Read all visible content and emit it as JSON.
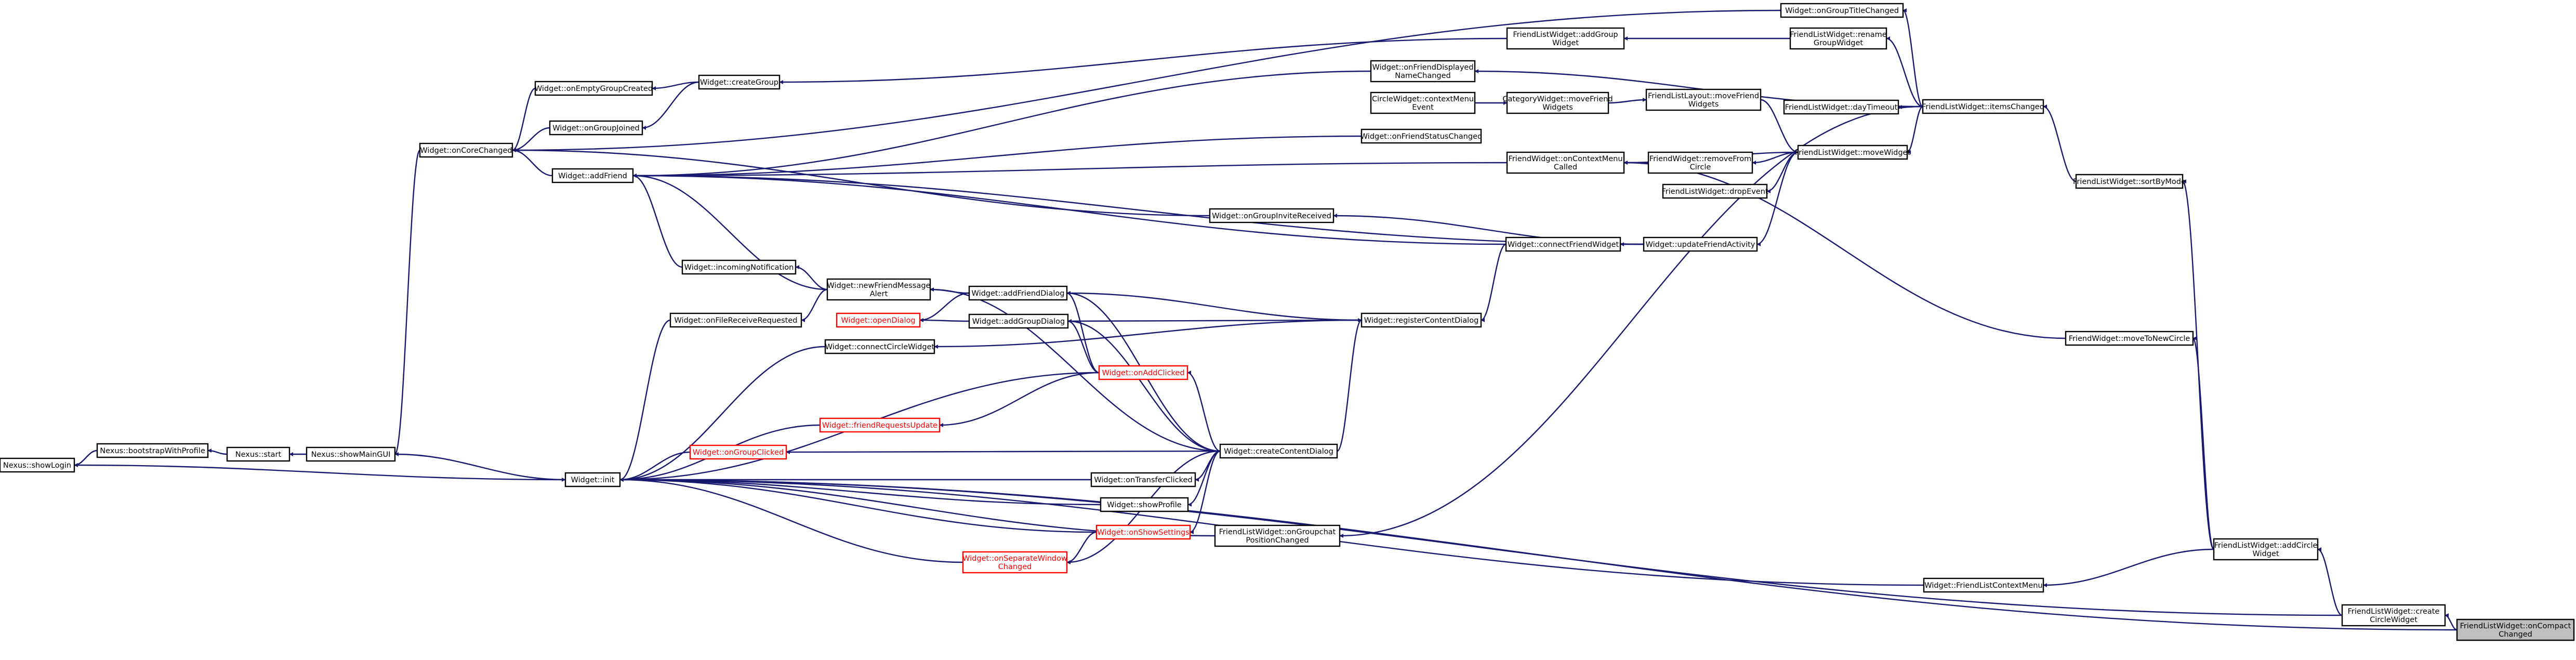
{
  "diagram": {
    "colors": {
      "edge": "#191970",
      "node_border": "#000000",
      "node_border_incomplete": "#ff0000",
      "node_fill": "#ffffff",
      "focus_fill": "#bfbfbf"
    },
    "nodes": {
      "onGroupTitleChanged": {
        "lines": [
          "Widget::onGroupTitleChanged"
        ]
      },
      "addGroupWidget": {
        "lines": [
          "FriendListWidget::addGroup",
          "Widget"
        ]
      },
      "renameGroupWidget": {
        "lines": [
          "FriendListWidget::rename",
          "GroupWidget"
        ]
      },
      "onEmptyGroupCreated": {
        "lines": [
          "Widget::onEmptyGroupCreated"
        ]
      },
      "createGroup": {
        "lines": [
          "Widget::createGroup"
        ]
      },
      "onFriendDisplayedNameChanged": {
        "lines": [
          "Widget::onFriendDisplayed",
          "NameChanged"
        ]
      },
      "dayTimeout": {
        "lines": [
          "FriendListWidget::dayTimeout"
        ]
      },
      "itemsChanged": {
        "lines": [
          "FriendListWidget::itemsChanged"
        ]
      },
      "circleContextMenuEvent": {
        "lines": [
          "CircleWidget::contextMenu",
          "Event"
        ]
      },
      "moveFriendWidgets": {
        "lines": [
          "CategoryWidget::moveFriend",
          "Widgets"
        ]
      },
      "layoutMoveFriendWidgets": {
        "lines": [
          "FriendListLayout::moveFriend",
          "Widgets"
        ]
      },
      "onGroupJoined": {
        "lines": [
          "Widget::onGroupJoined"
        ]
      },
      "onFriendStatusChanged": {
        "lines": [
          "Widget::onFriendStatusChanged"
        ]
      },
      "onCoreChanged": {
        "lines": [
          "Widget::onCoreChanged"
        ]
      },
      "onContextMenuCalled": {
        "lines": [
          "FriendWidget::onContextMenu",
          "Called"
        ]
      },
      "removeFromCircle": {
        "lines": [
          "FriendWidget::removeFrom",
          "Circle"
        ]
      },
      "moveWidget": {
        "lines": [
          "FriendListWidget::moveWidget"
        ]
      },
      "addFriend": {
        "lines": [
          "Widget::addFriend"
        ]
      },
      "sortByMode": {
        "lines": [
          "FriendListWidget::sortByMode"
        ]
      },
      "dropEvent": {
        "lines": [
          "FriendListWidget::dropEvent"
        ]
      },
      "onGroupInviteReceived": {
        "lines": [
          "Widget::onGroupInviteReceived"
        ]
      },
      "connectFriendWidget": {
        "lines": [
          "Widget::connectFriendWidget"
        ]
      },
      "updateFriendActivity": {
        "lines": [
          "Widget::updateFriendActivity"
        ]
      },
      "incomingNotification": {
        "lines": [
          "Widget::incomingNotification"
        ]
      },
      "newFriendMessageAlert": {
        "lines": [
          "Widget::newFriendMessage",
          "Alert"
        ]
      },
      "addFriendDialog": {
        "lines": [
          "Widget::addFriendDialog"
        ]
      },
      "onFileReceiveRequested": {
        "lines": [
          "Widget::onFileReceiveRequested"
        ]
      },
      "openDialog": {
        "lines": [
          "Widget::openDialog"
        ]
      },
      "addGroupDialog": {
        "lines": [
          "Widget::addGroupDialog"
        ]
      },
      "registerContentDialog": {
        "lines": [
          "Widget::registerContentDialog"
        ]
      },
      "connectCircleWidget": {
        "lines": [
          "Widget::connectCircleWidget"
        ]
      },
      "moveToNewCircle": {
        "lines": [
          "FriendWidget::moveToNewCircle"
        ]
      },
      "onAddClicked": {
        "lines": [
          "Widget::onAddClicked"
        ]
      },
      "friendRequestsUpdate": {
        "lines": [
          "Widget::friendRequestsUpdate"
        ]
      },
      "showLogin": {
        "lines": [
          "Nexus::showLogin"
        ]
      },
      "bootstrapWithProfile": {
        "lines": [
          "Nexus::bootstrapWithProfile"
        ]
      },
      "nexusStart": {
        "lines": [
          "Nexus::start"
        ]
      },
      "showMainGUI": {
        "lines": [
          "Nexus::showMainGUI"
        ]
      },
      "onGroupClicked": {
        "lines": [
          "Widget::onGroupClicked"
        ]
      },
      "createContentDialog": {
        "lines": [
          "Widget::createContentDialog"
        ]
      },
      "widgetInit": {
        "lines": [
          "Widget::init"
        ]
      },
      "onTransferClicked": {
        "lines": [
          "Widget::onTransferClicked"
        ]
      },
      "showProfile": {
        "lines": [
          "Widget::showProfile"
        ]
      },
      "onShowSettings": {
        "lines": [
          "Widget::onShowSettings"
        ]
      },
      "onGroupchatPositionChanged": {
        "lines": [
          "FriendListWidget::onGroupchat",
          "PositionChanged"
        ]
      },
      "addCircleWidget": {
        "lines": [
          "FriendListWidget::addCircle",
          "Widget"
        ]
      },
      "onSeparateWindowChanged": {
        "lines": [
          "Widget::onSeparateWindow",
          "Changed"
        ]
      },
      "friendListContextMenu": {
        "lines": [
          "Widget::FriendListContextMenu"
        ]
      },
      "createCircleWidget": {
        "lines": [
          "FriendListWidget::create",
          "CircleWidget"
        ]
      },
      "onCompactChanged": {
        "lines": [
          "FriendListWidget::onCompact",
          "Changed"
        ]
      }
    }
  }
}
